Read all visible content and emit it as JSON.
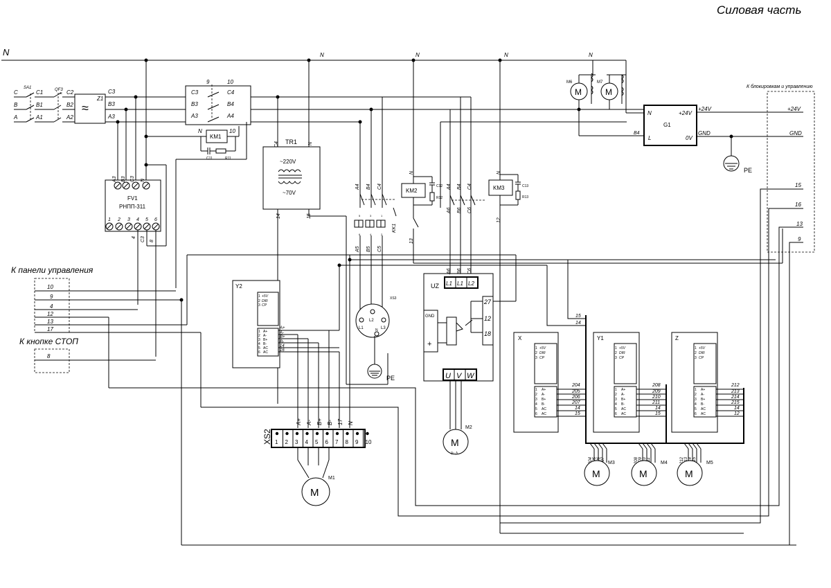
{
  "title": "Силовая часть",
  "neutral_bus": "N",
  "neutral_taps": [
    "N",
    "N",
    "N",
    "N"
  ],
  "phases_in": [
    "C",
    "B",
    "A"
  ],
  "sa1": {
    "label": "SA1",
    "out": [
      "C1",
      "B1",
      "A1"
    ]
  },
  "qf3": {
    "label": "QF3",
    "out": [
      "C2",
      "B2",
      "A2"
    ]
  },
  "z1": {
    "label": "Z1",
    "symbol": "≈",
    "out": [
      "C3",
      "B3",
      "A3"
    ]
  },
  "contactor_block": {
    "top": [
      "9",
      "10"
    ],
    "left": [
      "C3",
      "B3",
      "A3"
    ],
    "right": [
      "C4",
      "B4",
      "A4"
    ]
  },
  "km1": {
    "label": "KM1",
    "left": "N",
    "right": "10",
    "c": "C11",
    "r": "R11"
  },
  "fv1": {
    "label": "FV1",
    "model": "РНПП-311",
    "top_terms": [
      "A3",
      "B3",
      "C3",
      "N"
    ],
    "bottom_terms": [
      "1",
      "2",
      "3",
      "4",
      "5",
      "6"
    ],
    "out_wires": [
      "4",
      "C3",
      "8"
    ]
  },
  "panel_group": {
    "title": "К панели управления",
    "wires": [
      "10",
      "9",
      "4",
      "12",
      "13",
      "17"
    ]
  },
  "stop_group": {
    "title": "К кнопке СТОП",
    "wires": [
      "8"
    ]
  },
  "tr1": {
    "label": "TR1",
    "in_left": "C4",
    "in_right": "N",
    "primary": "~220V",
    "secondary": "~70V",
    "out": [
      "14",
      "15"
    ]
  },
  "kk1": {
    "label": "KK1",
    "in": [
      "A4",
      "B4",
      "C4"
    ],
    "out": [
      "A5",
      "B5",
      "C5"
    ],
    "small_top": [
      "5",
      "3",
      "1"
    ],
    "small_bottom": [
      "6",
      "4",
      "2"
    ]
  },
  "km2": {
    "label": "KM2",
    "top": "N",
    "c": "C12",
    "r": "R12",
    "wire": "13"
  },
  "km3": {
    "label": "KM3",
    "top": "N",
    "c": "C13",
    "r": "R13",
    "wire": "12",
    "in": [
      "A4",
      "B4",
      "C4"
    ],
    "out": [
      "A6",
      "B6",
      "C6"
    ]
  },
  "xs3": {
    "label": "XS3",
    "pins": [
      "L1",
      "L2",
      "L3",
      "N"
    ],
    "pe": "PE"
  },
  "uz": {
    "label": "UZ",
    "inputs": [
      "L1",
      "L1",
      "L2"
    ],
    "ctrl": [
      "27",
      "12",
      "18"
    ],
    "left": [
      "GND",
      "+"
    ],
    "outputs": [
      "U",
      "V",
      "W"
    ]
  },
  "motors": {
    "m2": {
      "label": "M2",
      "sub": "3~ Δ",
      "sym": "M"
    },
    "m1": {
      "label": "M1",
      "sym": "M"
    },
    "m3": {
      "label": "M3",
      "sym": "M"
    },
    "m4": {
      "label": "M4",
      "sym": "M"
    },
    "m5": {
      "label": "M5",
      "sym": "M"
    },
    "m6": {
      "label": "M6",
      "sym": "M"
    },
    "m7": {
      "label": "M7",
      "sym": "M"
    }
  },
  "g1": {
    "label": "G1",
    "n": "N",
    "l": "L",
    "p24": "+24V",
    "ov": "0V",
    "p24_wire": "+24V",
    "gnd_wire": "GND",
    "b4": "B4",
    "pe": "PE"
  },
  "lock_group": {
    "title": "К блокировкам и управлению",
    "wires": [
      "+24V",
      "GND",
      "15",
      "16",
      "13",
      "9"
    ]
  },
  "y2": {
    "label": "Y2",
    "top_rows": [
      "+5V",
      "DIR",
      "CP"
    ],
    "bot_rows": [
      "A+",
      "A-",
      "B+",
      "B-",
      "AC",
      "AC"
    ],
    "wires": [
      "A+",
      "A-",
      "B+",
      "B-",
      "14",
      "16"
    ]
  },
  "xs2": {
    "label": "XS2",
    "pins": [
      "1",
      "2",
      "3",
      "4",
      "5",
      "6",
      "7",
      "8",
      "9",
      "10"
    ],
    "wires": [
      "A+",
      "A-",
      "B+",
      "B-",
      "17",
      "N"
    ]
  },
  "drv_x": {
    "label": "X",
    "wires": [
      "204",
      "205",
      "206",
      "207",
      "14",
      "15"
    ]
  },
  "drv_y1": {
    "label": "Y1",
    "wires": [
      "208",
      "209",
      "210",
      "211",
      "14",
      "15"
    ]
  },
  "drv_z": {
    "label": "Z",
    "wires": [
      "212",
      "213",
      "214",
      "215",
      "14",
      "12"
    ]
  },
  "driver_rows_top": [
    "+5V",
    "DIR",
    "CP"
  ],
  "driver_rows_bot": [
    "A+",
    "A-",
    "B+",
    "B-",
    "AC",
    "AC"
  ],
  "uz_wires": [
    "15",
    "14"
  ],
  "m3_wires": [
    "204",
    "205",
    "206",
    "207"
  ],
  "m4_wires": [
    "208",
    "209",
    "210",
    "211"
  ],
  "m5_wires": [
    "212",
    "213",
    "214",
    "215"
  ]
}
